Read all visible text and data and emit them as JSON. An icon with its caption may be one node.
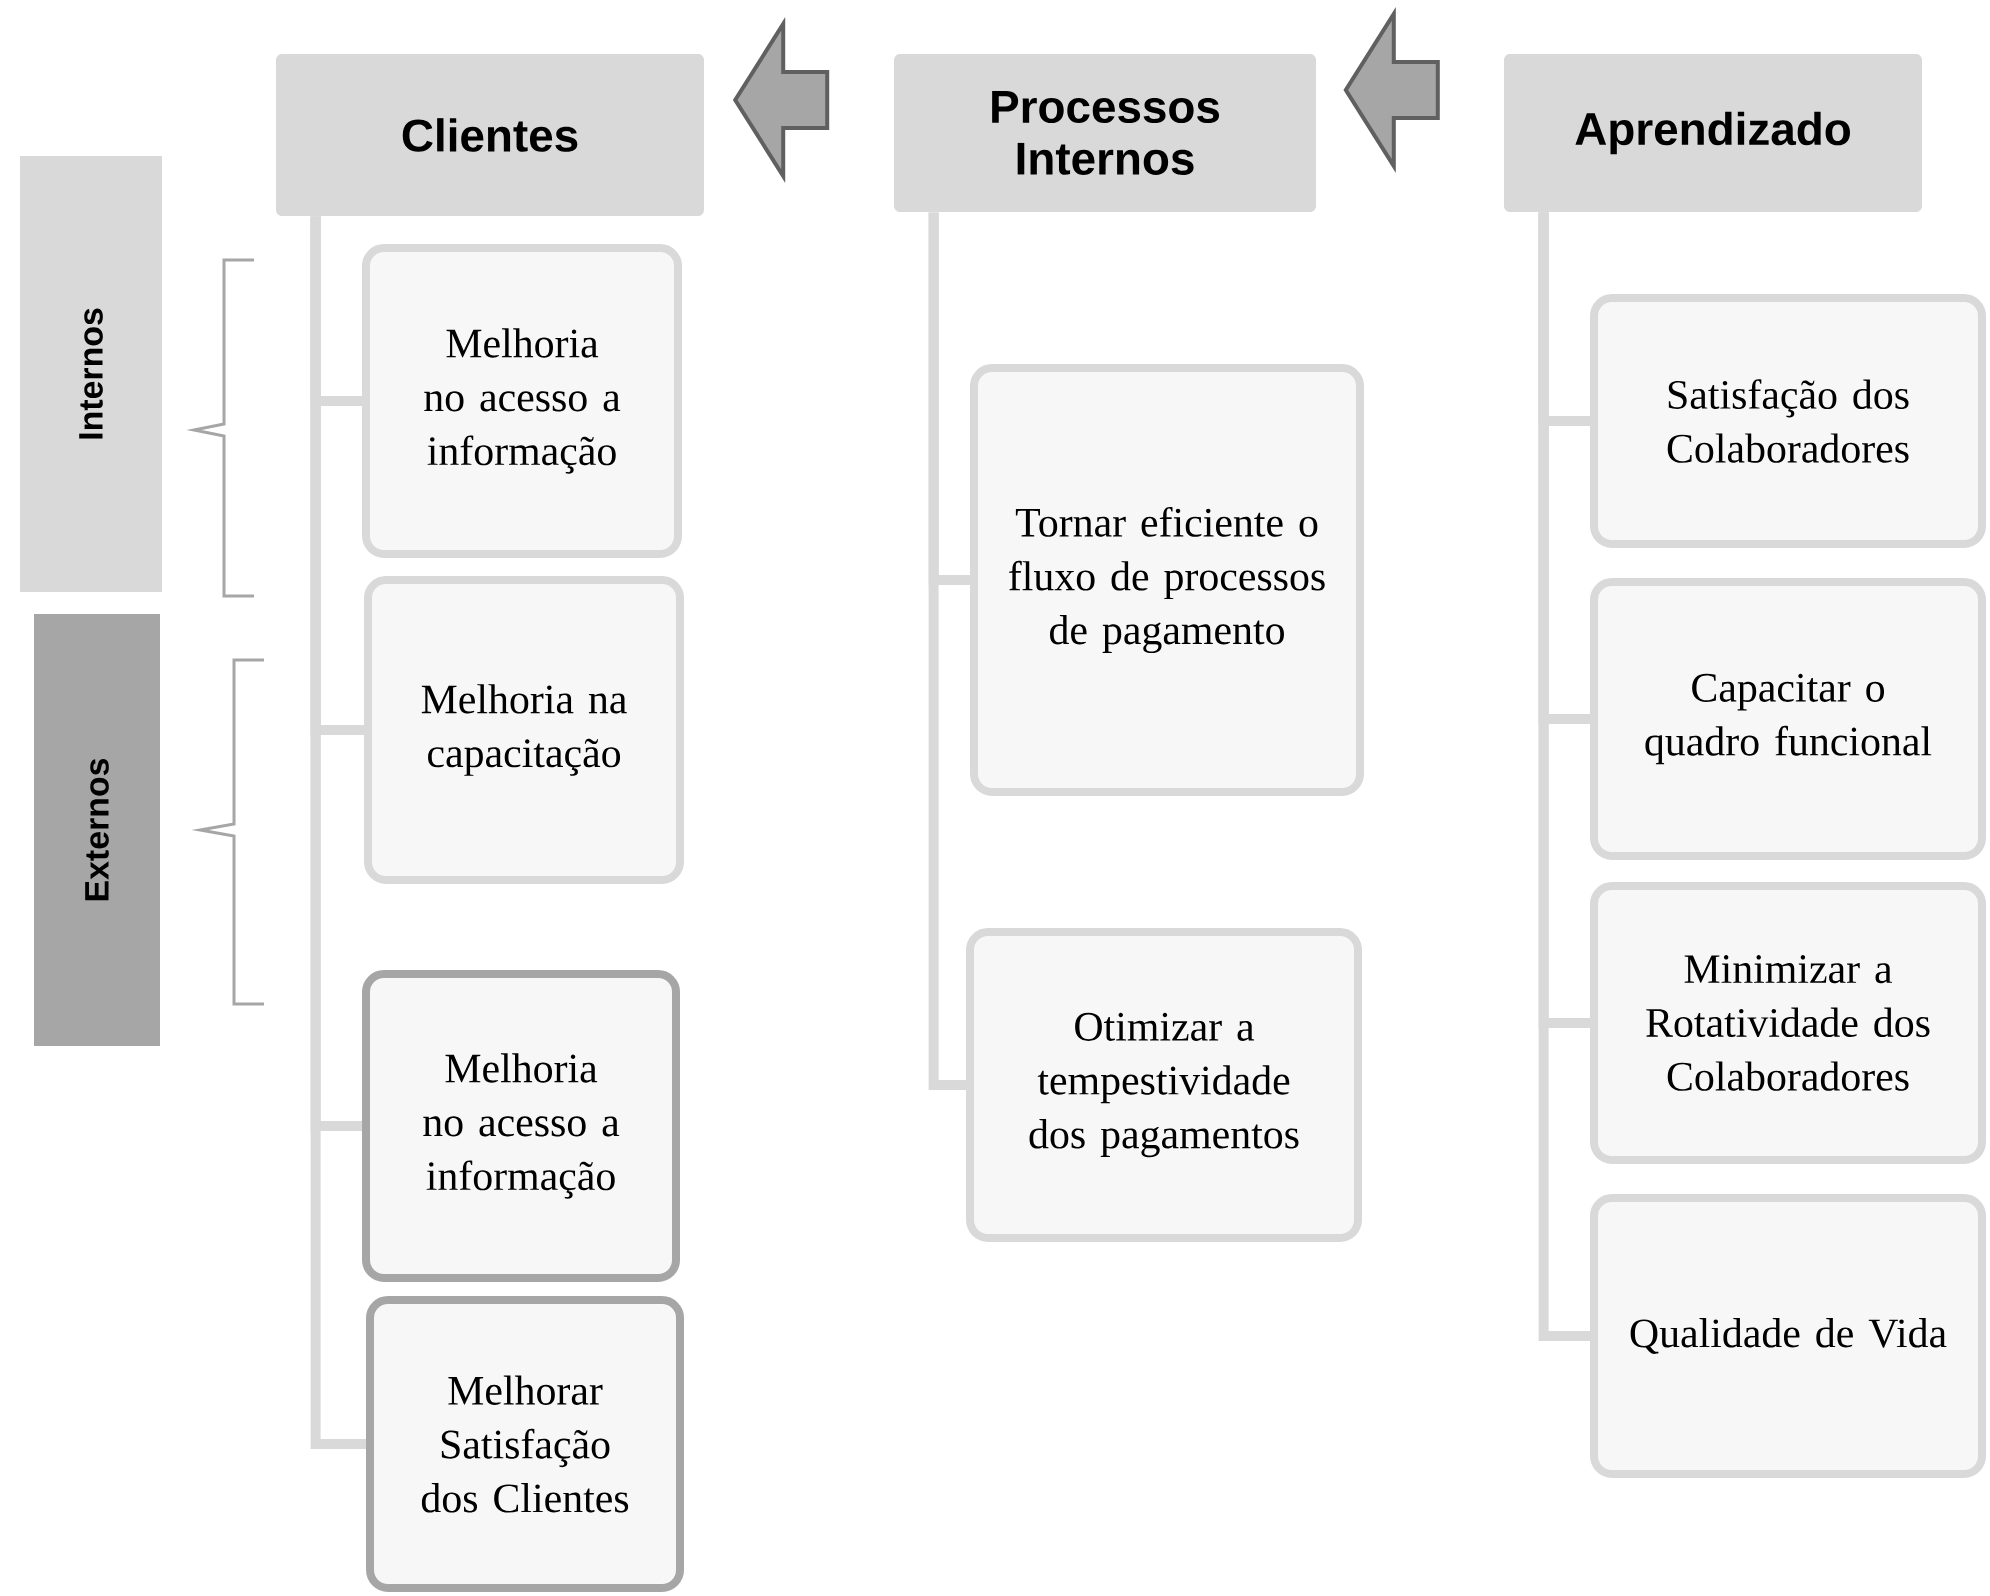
{
  "diagram": {
    "nodes": [
      {
        "text": [
          "Internos"
        ]
      },
      {
        "text": [
          "Externos"
        ]
      },
      {
        "text": [
          "Clientes"
        ]
      },
      {
        "text": [
          "Processos Internos"
        ]
      },
      {
        "text": [
          "Aprendizado"
        ]
      },
      {
        "text": [
          "Melhoria no acesso a informação"
        ]
      },
      {
        "text": [
          "Melhoria na capacitação"
        ]
      },
      {
        "text": [
          "Melhoria no acesso a informação"
        ]
      },
      {
        "text": [
          "Melhorar Satisfação dos Clientes"
        ]
      },
      {
        "text": [
          "Tornar eficiente o fluxo de processos de pagamento"
        ]
      },
      {
        "text": [
          "Otimizar a tempestividade dos pagamentos"
        ]
      },
      {
        "text": [
          "Satisfação dos Colaboradores"
        ]
      },
      {
        "text": [
          "Capacitar o quadro funcional"
        ]
      },
      {
        "text": [
          "Minimizar a Rotatividade dos Colaboradores"
        ]
      },
      {
        "text": [
          "Qualidade de Vida"
        ]
      }
    ],
    "edges": [
      {
        "from": 3,
        "to": 2,
        "arrow": "to",
        "style": "thick",
        "color": "#a6a6a6"
      },
      {
        "from": 4,
        "to": 3,
        "arrow": "to",
        "style": "thick",
        "color": "#a6a6a6"
      },
      {
        "from": 2,
        "to": 5,
        "arrow": "none"
      },
      {
        "from": 2,
        "to": 6,
        "arrow": "none"
      },
      {
        "from": 2,
        "to": 7,
        "arrow": "none"
      },
      {
        "from": 2,
        "to": 8,
        "arrow": "none"
      },
      {
        "from": 3,
        "to": 9,
        "arrow": "none"
      },
      {
        "from": 3,
        "to": 10,
        "arrow": "none"
      },
      {
        "from": 4,
        "to": 11,
        "arrow": "none"
      },
      {
        "from": 4,
        "to": 12,
        "arrow": "none"
      },
      {
        "from": 4,
        "to": 13,
        "arrow": "none"
      },
      {
        "from": 4,
        "to": 14,
        "arrow": "none"
      }
    ]
  }
}
